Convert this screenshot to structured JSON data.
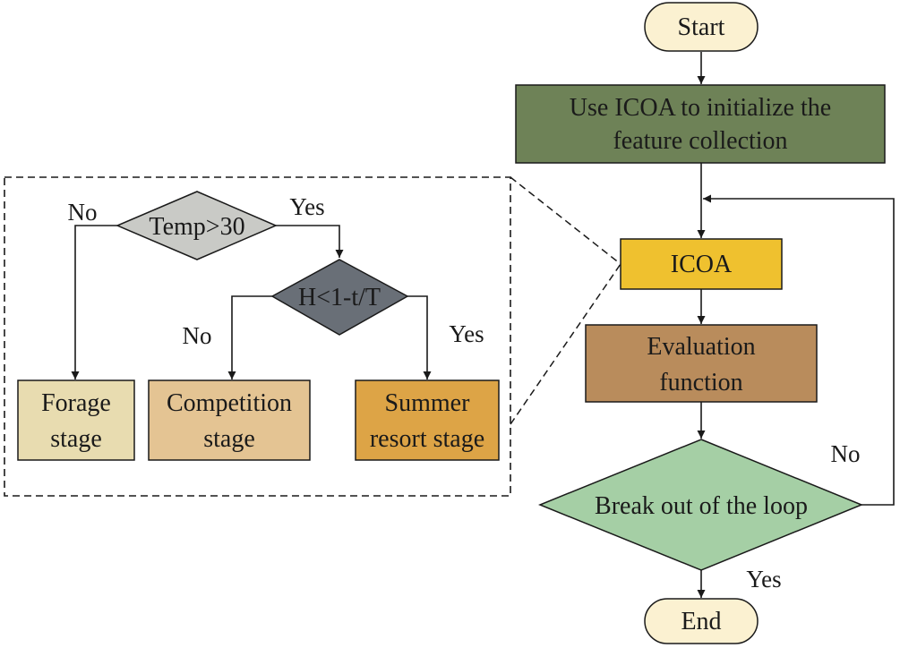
{
  "main_flow": {
    "start": "Start",
    "init_line1": "Use ICOA to initialize the",
    "init_line2": "feature collection",
    "icoa": "ICOA",
    "eval_line1": "Evaluation",
    "eval_line2": "function",
    "decision": "Break out of the loop",
    "no_label": "No",
    "yes_label": "Yes",
    "end": "End"
  },
  "detail": {
    "temp_decision": "Temp>30",
    "temp_no": "No",
    "temp_yes": "Yes",
    "h_decision": "H<1-t/T",
    "h_no": "No",
    "h_yes": "Yes",
    "forage_line1": "Forage",
    "forage_line2": "stage",
    "competition_line1": "Competition",
    "competition_line2": "stage",
    "summer_line1": "Summer",
    "summer_line2": "resort stage"
  },
  "colors": {
    "terminal_fill": "#fbf1d1",
    "init_fill": "#6e8257",
    "icoa_fill": "#efc12f",
    "eval_fill": "#b98c5c",
    "loop_decision_fill": "#a5cfa5",
    "temp_fill": "#c9cac6",
    "h_fill": "#696f77",
    "forage_fill": "#e8dcb0",
    "competition_fill": "#e4c493",
    "summer_fill": "#dda446",
    "stroke": "#1a1a1a"
  }
}
